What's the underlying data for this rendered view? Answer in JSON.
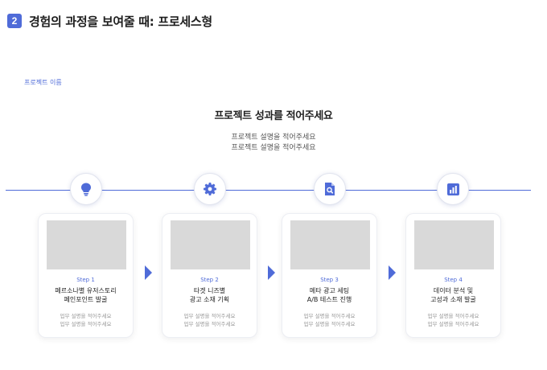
{
  "header": {
    "badge": "2",
    "title": "경험의 과정을 보여줄 때: 프로세스형"
  },
  "project_name": "프로젝트 이름",
  "result": {
    "title": "프로젝트 성과를 적어주세요",
    "desc_lines": [
      "프로젝트 설명을 적어주세요",
      "프로젝트 설명을 적어주세요"
    ]
  },
  "accent_color": "#4f6bd8",
  "steps": [
    {
      "icon": "lightbulb-icon",
      "label": "Step 1",
      "title": [
        "페르소나별 유저스토리",
        "페인포인트 발굴"
      ],
      "desc": [
        "업무 설명을 적어주세요",
        "업무 설명을 적어주세요"
      ]
    },
    {
      "icon": "gear-icon",
      "label": "Step 2",
      "title": [
        "타겟 니즈별",
        "광고 소재 기획"
      ],
      "desc": [
        "업무 설명을 적어주세요",
        "업무 설명을 적어주세요"
      ]
    },
    {
      "icon": "document-search-icon",
      "label": "Step 3",
      "title": [
        "메타 광고 세팅",
        "A/B 테스트 진행"
      ],
      "desc": [
        "업무 설명을 적어주세요",
        "업무 설명을 적어주세요"
      ]
    },
    {
      "icon": "bar-chart-icon",
      "label": "Step 4",
      "title": [
        "데이터 분석 및",
        "고성과 소재 발굴"
      ],
      "desc": [
        "업무 설명을 적어주세요",
        "업무 설명을 적어주세요"
      ]
    }
  ]
}
